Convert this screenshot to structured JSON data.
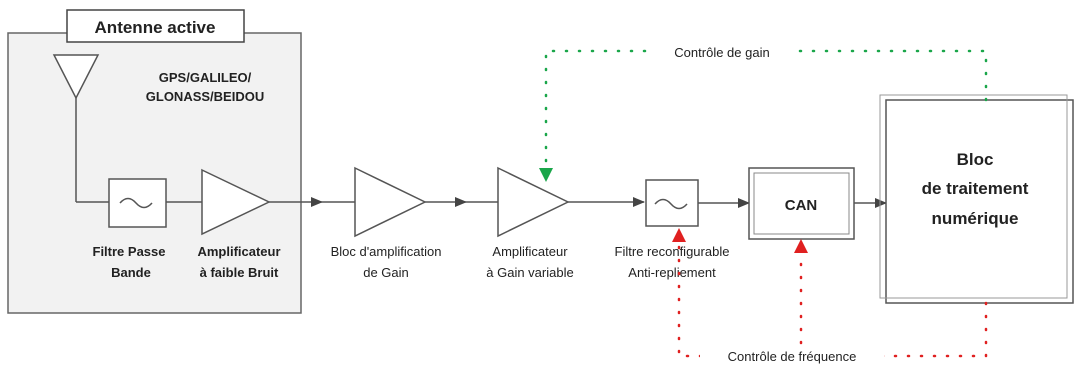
{
  "antenna_box": {
    "title": "Antenne active",
    "gnss_line1": "GPS/GALILEO/",
    "gnss_line2": "GLONASS/BEIDOU"
  },
  "blocks": {
    "bandpass_filter": {
      "line1": "Filtre Passe",
      "line2": "Bande"
    },
    "lna": {
      "line1": "Amplificateur",
      "line2": "à faible Bruit"
    },
    "gain_amplifier": {
      "line1": "Bloc d'amplification",
      "line2": "de Gain"
    },
    "vga": {
      "line1": "Amplificateur",
      "line2": "à Gain variable"
    },
    "antialias_filter": {
      "line1": "Filtre reconfigurable",
      "line2": "Anti-repliement"
    },
    "adc": {
      "label": "CAN"
    },
    "digital_processing": {
      "line1": "Bloc",
      "line2": "de traitement",
      "line3": "numérique"
    }
  },
  "feedback": {
    "gain_control": {
      "label": "Contrôle de gain",
      "color": "#1aa64a"
    },
    "frequency_control": {
      "label": "Contrôle de fréquence",
      "color": "#e02020"
    }
  },
  "colors": {
    "line": "#555555",
    "box_fill": "#f2f2f2",
    "arrow": "#444444"
  }
}
